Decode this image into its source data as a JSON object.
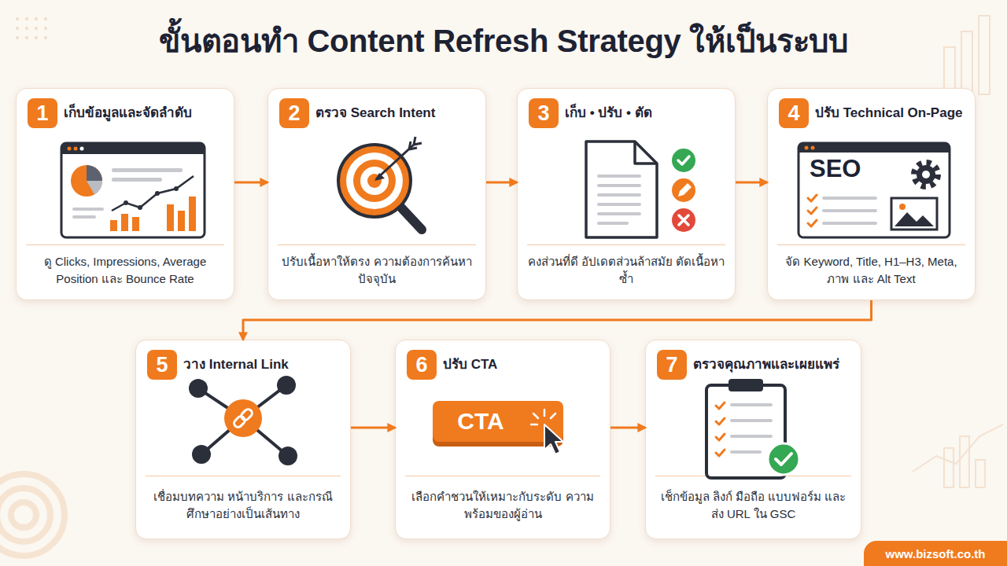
{
  "diagram": {
    "title": "ขั้นตอนทำ Content Refresh Strategy ให้เป็นระบบ",
    "nodes": [
      {
        "text": [
          "1",
          "เก็บข้อมูลและจัดลำดับ",
          "ดู Clicks, Impressions, Average Position และ Bounce Rate"
        ]
      },
      {
        "text": [
          "2",
          "ตรวจ Search Intent",
          "ปรับเนื้อหาให้ตรง ความต้องการค้นหาปัจจุบัน"
        ]
      },
      {
        "text": [
          "3",
          "เก็บ • ปรับ • ตัด",
          "คงส่วนที่ดี อัปเดตส่วนล้าสมัย ตัดเนื้อหาซ้ำ"
        ]
      },
      {
        "text": [
          "4",
          "ปรับ Technical On-Page",
          "จัด Keyword, Title, H1–H3, Meta, ภาพ และ Alt Text"
        ]
      },
      {
        "text": [
          "5",
          "วาง Internal Link",
          "เชื่อมบทความ หน้าบริการ และกรณีศึกษาอย่างเป็นเส้นทาง"
        ]
      },
      {
        "text": [
          "6",
          "ปรับ CTA",
          "เลือกคำชวนให้เหมาะกับระดับ ความพร้อมของผู้อ่าน"
        ]
      },
      {
        "text": [
          "7",
          "ตรวจคุณภาพและเผยแพร่",
          "เช็กข้อมูล ลิงก์ มือถือ แบบฟอร์ม และส่ง URL ใน GSC"
        ]
      }
    ],
    "edges": [
      {
        "from": 0,
        "to": 1,
        "arrow": "to"
      },
      {
        "from": 1,
        "to": 2,
        "arrow": "to"
      },
      {
        "from": 2,
        "to": 3,
        "arrow": "to"
      },
      {
        "from": 3,
        "to": 4,
        "arrow": "to"
      },
      {
        "from": 4,
        "to": 5,
        "arrow": "to"
      },
      {
        "from": 5,
        "to": 6,
        "arrow": "to"
      }
    ],
    "labels": [
      "SEO",
      "CTA",
      "www.bizsoft.co.th"
    ]
  }
}
